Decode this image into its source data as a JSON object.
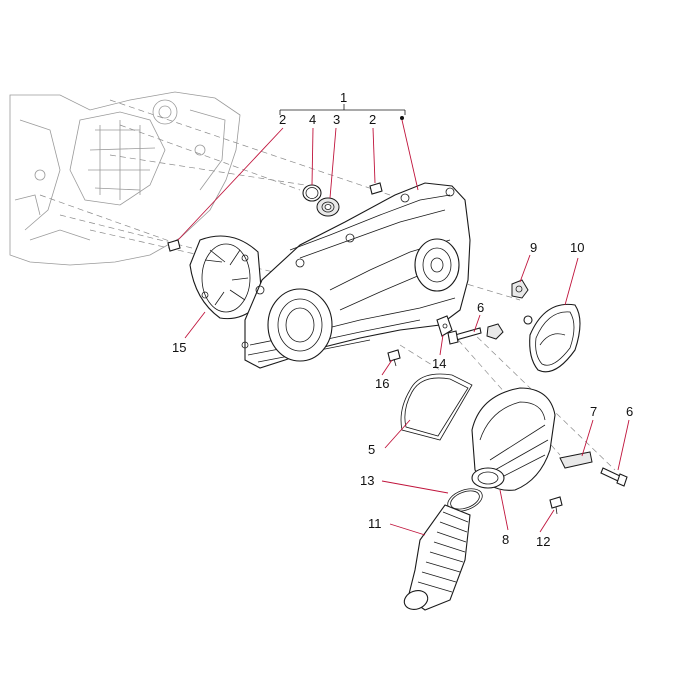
{
  "diagram": {
    "labels": {
      "l1": "1",
      "l2a": "2",
      "l2b": "2",
      "l3": "3",
      "l4": "4",
      "l5": "5",
      "l6a": "6",
      "l6b": "6",
      "l7": "7",
      "l8": "8",
      "l9": "9",
      "l10": "10",
      "l11": "11",
      "l12": "12",
      "l13": "13",
      "l14": "14",
      "l15": "15",
      "l16": "16"
    },
    "colors": {
      "leader": "#c0143c",
      "ink": "#1a1a1a",
      "ghost": "#9a9a9a"
    }
  }
}
